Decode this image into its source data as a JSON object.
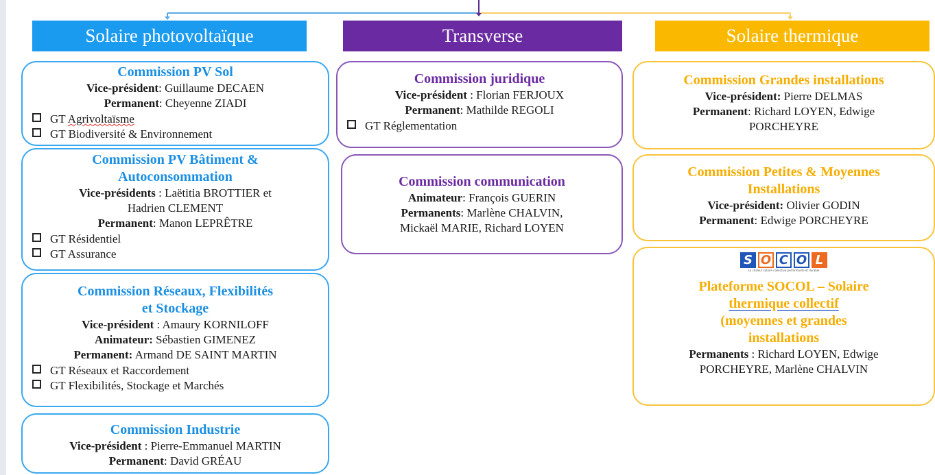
{
  "columns": {
    "pv": "Solaire photovoltaïque",
    "transverse": "Transverse",
    "thermique": "Solaire thermique"
  },
  "colors": {
    "pv": "#1a9bf0",
    "transverse": "#6a2aa1",
    "thermique": "#fbb800"
  },
  "pv": {
    "sol": {
      "title": "Commission PV Sol",
      "vp_label": "Vice-président",
      "vp_value": ": Guillaume DECAEN",
      "perm_label": "Permanent",
      "perm_value": ": Cheyenne ZIADI",
      "gt1_prefix": "GT ",
      "gt1_word": "Agrivoltaïsme",
      "gt2": "GT Biodiversité & Environnement"
    },
    "batiment": {
      "title1": "Commission PV Bâtiment &",
      "title2": "Autoconsommation",
      "vp_label": "Vice-présidents",
      "vp_value1": " : Laëtitia BROTTIER et",
      "vp_value2": "Hadrien CLEMENT",
      "perm_label": "Permanent",
      "perm_value": ": Manon LEPRÊTRE",
      "gt1": "GT Résidentiel",
      "gt2": "GT Assurance"
    },
    "reseaux": {
      "title1": "Commission Réseaux, Flexibilités",
      "title2": "et Stockage",
      "vp_label": "Vice-président",
      "vp_value": " : Amaury KORNILOFF",
      "anim_label": "Animateur:",
      "anim_value": " Sébastien GIMENEZ",
      "perm_label": "Permanent:",
      "perm_value": " Armand DE SAINT MARTIN",
      "gt1": "GT Réseaux et Raccordement",
      "gt2": "GT Flexibilités, Stockage et Marchés"
    },
    "industrie": {
      "title": "Commission Industrie",
      "vp_label": "Vice-président",
      "vp_value": " : Pierre-Emmanuel MARTIN",
      "perm_label": "Permanent",
      "perm_value": ": David GRÉAU"
    }
  },
  "transverse": {
    "juridique": {
      "title": "Commission juridique",
      "vp_label": "Vice-président",
      "vp_value": " : Florian FERJOUX",
      "perm_label": "Permanent",
      "perm_value": ": Mathilde REGOLI",
      "gt1": "GT Réglementation"
    },
    "communication": {
      "title": "Commission communication",
      "anim_label": "Animateur",
      "anim_value": ": François GUERIN",
      "perm_label": "Permanents",
      "perm_value1": ": Marlène CHALVIN,",
      "perm_value2": "Mickaël MARIE, Richard LOYEN"
    }
  },
  "thermique": {
    "grandes": {
      "title": "Commission Grandes installations",
      "vp_label": "Vice-président:",
      "vp_value": " Pierre DELMAS",
      "perm_label": "Permanent",
      "perm_value1": ": Richard LOYEN, Edwige",
      "perm_value2": "PORCHEYRE"
    },
    "petites": {
      "title1": "Commission Petites & Moyennes",
      "title2": "Installations",
      "vp_label": "Vice-président:",
      "vp_value": " Olivier GODIN",
      "perm_label": "Permanent",
      "perm_value": ": Edwige PORCHEYRE"
    },
    "socol": {
      "logo_letters": [
        "S",
        "O",
        "C",
        "O",
        "L"
      ],
      "tagline": "La chaleur solaire collective performante et durable",
      "title1": "Plateforme SOCOL – Solaire",
      "title2": "thermique collectif",
      "title3": "(moyennes et grandes",
      "title4": "installations",
      "perm_label": "Permanents",
      "perm_value1": "  : Richard LOYEN, Edwige",
      "perm_value2": "PORCHEYRE, Marlène CHALVIN"
    }
  }
}
